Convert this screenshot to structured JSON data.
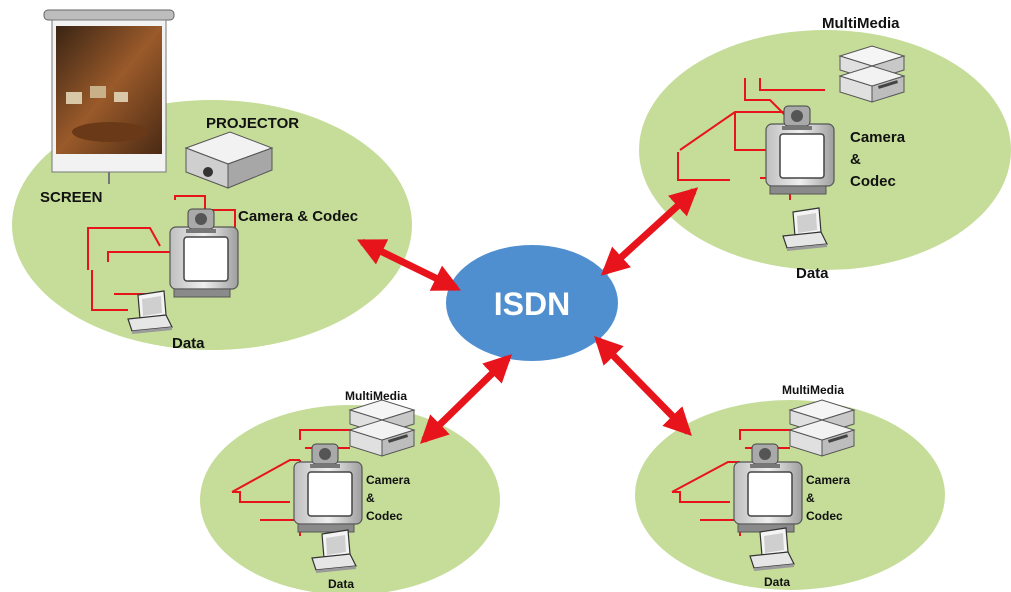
{
  "hub": {
    "label": "ISDN"
  },
  "sites": [
    {
      "screen": "SCREEN",
      "projector": "PROJECTOR",
      "camera": "Camera & Codec",
      "data": "Data"
    },
    {
      "multimedia": "MultiMedia",
      "camera_l1": "Camera",
      "camera_l2": "&",
      "camera_l3": "Codec",
      "data": "Data"
    },
    {
      "multimedia": "MultiMedia",
      "camera_l1": "Camera",
      "camera_l2": "&",
      "camera_l3": "Codec",
      "data": "Data"
    },
    {
      "multimedia": "MultiMedia",
      "camera_l1": "Camera",
      "camera_l2": "&",
      "camera_l3": "Codec",
      "data": "Data"
    }
  ],
  "colors": {
    "site_fill": "#c5dd99",
    "hub_fill": "#4f8fd0",
    "link_arrow": "#e8141c",
    "cable": "#e8141c",
    "device_body": "#d9d9d9"
  }
}
